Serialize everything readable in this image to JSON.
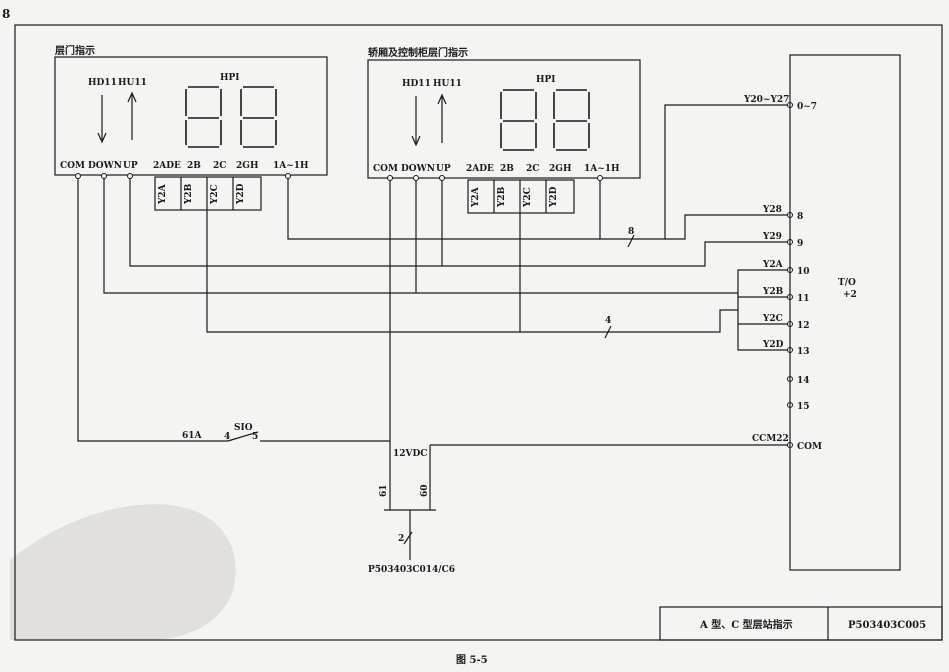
{
  "page_number": "8",
  "panel1": {
    "title": "层门指示",
    "hd": "HD11",
    "hu": "HU11",
    "hpi": "HPI",
    "terms": [
      "COM",
      "DOWN",
      "UP",
      "2ADE",
      "2B",
      "2C",
      "2GH",
      "1A~1H"
    ]
  },
  "panel2": {
    "title": "轿厢及控制柜层门指示",
    "hd": "HD11",
    "hu": "HU11",
    "hpi": "HPI",
    "terms": [
      "COM",
      "DOWN",
      "UP",
      "2ADE",
      "2B",
      "2C",
      "2GH",
      "1A~1H"
    ]
  },
  "vert_labels": [
    "Y2A",
    "Y2B",
    "Y2C",
    "Y2D"
  ],
  "io": {
    "label_line1": "T/O",
    "label_line2": "+2",
    "signals": [
      "Y20~Y27",
      "Y28",
      "Y29",
      "Y2A",
      "Y2B",
      "Y2C",
      "Y2D",
      "",
      "",
      "CCM22"
    ],
    "pins": [
      "0~7",
      "8",
      "9",
      "10",
      "11",
      "12",
      "13",
      "14",
      "15",
      "COM"
    ]
  },
  "bus": {
    "count_8": "8",
    "count_4": "4",
    "count_2": "2"
  },
  "switch": {
    "wire": "61A",
    "pin_a": "4",
    "name": "SIO",
    "pin_b": "5"
  },
  "power": {
    "label": "12VDC",
    "wire_a": "61",
    "wire_b": "60",
    "ref": "P503403C014/C6"
  },
  "title_block": {
    "title": "A 型、C 型层站指示",
    "code": "P503403C005"
  },
  "caption": "图 5-5"
}
